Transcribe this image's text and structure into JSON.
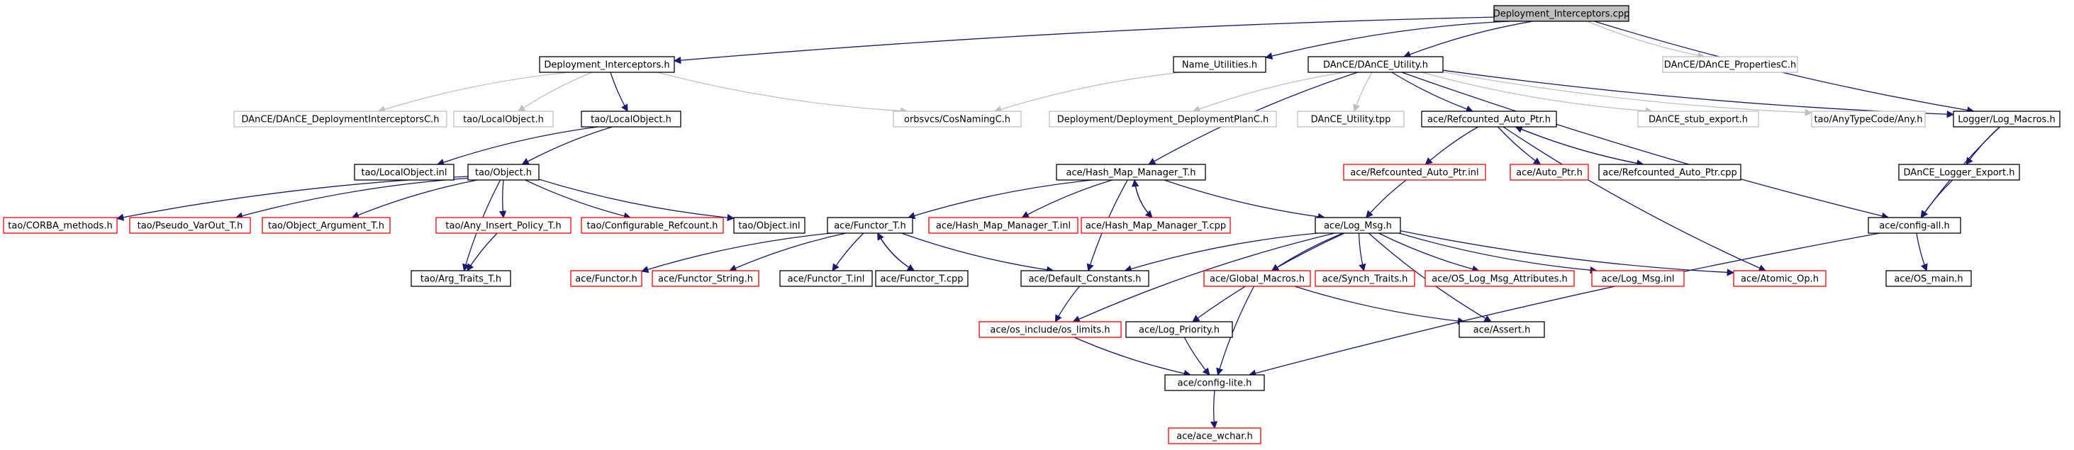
{
  "colors": {
    "background": "#ffffff",
    "edge": "#191970",
    "edge_light": "#c0c0c0",
    "node_border_default": "#000000",
    "node_border_missing": "#ff0000",
    "node_border_light": "#c0c0c0",
    "root_fill": "#bfbfbf",
    "text": "#000000"
  },
  "nodes": [
    {
      "id": "n_root",
      "label": "Deployment_Interceptors.cpp",
      "style": "root"
    },
    {
      "id": "n_di_h",
      "label": "Deployment_Interceptors.h",
      "style": "normal"
    },
    {
      "id": "n_name_util",
      "label": "Name_Utilities.h",
      "style": "normal"
    },
    {
      "id": "n_dance_util",
      "label": "DAnCE/DAnCE_Utility.h",
      "style": "normal"
    },
    {
      "id": "n_dance_props",
      "label": "DAnCE/DAnCE_PropertiesC.h",
      "style": "light"
    },
    {
      "id": "n_dance_dic",
      "label": "DAnCE/DAnCE_DeploymentInterceptorsC.h",
      "style": "light"
    },
    {
      "id": "n_tao_lo_h_light",
      "label": "tao/LocalObject.h",
      "style": "light"
    },
    {
      "id": "n_tao_lo_h",
      "label": "tao/LocalObject.h",
      "style": "normal"
    },
    {
      "id": "n_cosnaming",
      "label": "orbsvcs/CosNamingC.h",
      "style": "light"
    },
    {
      "id": "n_dep_plan",
      "label": "Deployment/Deployment_DeploymentPlanC.h",
      "style": "light"
    },
    {
      "id": "n_dance_tpp",
      "label": "DAnCE_Utility.tpp",
      "style": "light"
    },
    {
      "id": "n_refauto_h",
      "label": "ace/Refcounted_Auto_Ptr.h",
      "style": "normal"
    },
    {
      "id": "n_stub_export",
      "label": "DAnCE_stub_export.h",
      "style": "light"
    },
    {
      "id": "n_anytype",
      "label": "tao/AnyTypeCode/Any.h",
      "style": "light"
    },
    {
      "id": "n_logmacros",
      "label": "Logger/Log_Macros.h",
      "style": "normal"
    },
    {
      "id": "n_lo_inl",
      "label": "tao/LocalObject.inl",
      "style": "normal"
    },
    {
      "id": "n_object_h",
      "label": "tao/Object.h",
      "style": "normal"
    },
    {
      "id": "n_hmm_h",
      "label": "ace/Hash_Map_Manager_T.h",
      "style": "normal"
    },
    {
      "id": "n_refauto_inl",
      "label": "ace/Refcounted_Auto_Ptr.inl",
      "style": "missing"
    },
    {
      "id": "n_auto_ptr",
      "label": "ace/Auto_Ptr.h",
      "style": "missing"
    },
    {
      "id": "n_refauto_cpp",
      "label": "ace/Refcounted_Auto_Ptr.cpp",
      "style": "normal"
    },
    {
      "id": "n_logger_export",
      "label": "DAnCE_Logger_Export.h",
      "style": "normal"
    },
    {
      "id": "n_corba_methods",
      "label": "tao/CORBA_methods.h",
      "style": "missing"
    },
    {
      "id": "n_pseudo",
      "label": "tao/Pseudo_VarOut_T.h",
      "style": "missing"
    },
    {
      "id": "n_obj_arg",
      "label": "tao/Object_Argument_T.h",
      "style": "missing"
    },
    {
      "id": "n_any_insert",
      "label": "tao/Any_Insert_Policy_T.h",
      "style": "missing"
    },
    {
      "id": "n_configrc",
      "label": "tao/Configurable_Refcount.h",
      "style": "missing"
    },
    {
      "id": "n_object_inl",
      "label": "tao/Object.inl",
      "style": "normal"
    },
    {
      "id": "n_functor_h",
      "label": "ace/Functor_T.h",
      "style": "normal"
    },
    {
      "id": "n_hmm_inl",
      "label": "ace/Hash_Map_Manager_T.inl",
      "style": "missing"
    },
    {
      "id": "n_hmm_cpp",
      "label": "ace/Hash_Map_Manager_T.cpp",
      "style": "missing"
    },
    {
      "id": "n_logmsg",
      "label": "ace/Log_Msg.h",
      "style": "normal"
    },
    {
      "id": "n_configall",
      "label": "ace/config-all.h",
      "style": "normal"
    },
    {
      "id": "n_arg_traits",
      "label": "tao/Arg_Traits_T.h",
      "style": "normal"
    },
    {
      "id": "n_functor",
      "label": "ace/Functor.h",
      "style": "missing"
    },
    {
      "id": "n_functor_string",
      "label": "ace/Functor_String.h",
      "style": "missing"
    },
    {
      "id": "n_functor_inl",
      "label": "ace/Functor_T.inl",
      "style": "normal"
    },
    {
      "id": "n_functor_cpp",
      "label": "ace/Functor_T.cpp",
      "style": "normal"
    },
    {
      "id": "n_default_const",
      "label": "ace/Default_Constants.h",
      "style": "normal"
    },
    {
      "id": "n_global_macros",
      "label": "ace/Global_Macros.h",
      "style": "missing"
    },
    {
      "id": "n_synch_traits",
      "label": "ace/Synch_Traits.h",
      "style": "missing"
    },
    {
      "id": "n_os_log_attr",
      "label": "ace/OS_Log_Msg_Attributes.h",
      "style": "missing"
    },
    {
      "id": "n_logmsg_inl",
      "label": "ace/Log_Msg.inl",
      "style": "missing"
    },
    {
      "id": "n_atomic_op",
      "label": "ace/Atomic_Op.h",
      "style": "missing"
    },
    {
      "id": "n_os_main",
      "label": "ace/OS_main.h",
      "style": "normal"
    },
    {
      "id": "n_os_limits",
      "label": "ace/os_include/os_limits.h",
      "style": "missing"
    },
    {
      "id": "n_log_priority",
      "label": "ace/Log_Priority.h",
      "style": "normal"
    },
    {
      "id": "n_assert",
      "label": "ace/Assert.h",
      "style": "normal"
    },
    {
      "id": "n_config_lite",
      "label": "ace/config-lite.h",
      "style": "normal"
    },
    {
      "id": "n_ace_wchar",
      "label": "ace/ace_wchar.h",
      "style": "missing"
    }
  ],
  "edges": [
    {
      "from": "n_root",
      "to": "n_di_h"
    },
    {
      "from": "n_root",
      "to": "n_name_util"
    },
    {
      "from": "n_root",
      "to": "n_dance_util"
    },
    {
      "from": "n_root",
      "to": "n_dance_props",
      "light": true
    },
    {
      "from": "n_root",
      "to": "n_logmacros"
    },
    {
      "from": "n_di_h",
      "to": "n_dance_dic",
      "light": true
    },
    {
      "from": "n_di_h",
      "to": "n_tao_lo_h_light",
      "light": true
    },
    {
      "from": "n_di_h",
      "to": "n_tao_lo_h"
    },
    {
      "from": "n_di_h",
      "to": "n_cosnaming",
      "light": true
    },
    {
      "from": "n_name_util",
      "to": "n_cosnaming",
      "light": true
    },
    {
      "from": "n_dance_util",
      "to": "n_dep_plan",
      "light": true
    },
    {
      "from": "n_dance_util",
      "to": "n_dance_tpp",
      "light": true
    },
    {
      "from": "n_dance_util",
      "to": "n_refauto_h"
    },
    {
      "from": "n_dance_util",
      "to": "n_stub_export",
      "light": true
    },
    {
      "from": "n_dance_util",
      "to": "n_anytype",
      "light": true
    },
    {
      "from": "n_dance_util",
      "to": "n_logmacros"
    },
    {
      "from": "n_dance_util",
      "to": "n_hmm_h"
    },
    {
      "from": "n_dance_util",
      "to": "n_configall"
    },
    {
      "from": "n_tao_lo_h",
      "to": "n_lo_inl"
    },
    {
      "from": "n_tao_lo_h",
      "to": "n_object_h"
    },
    {
      "from": "n_object_h",
      "to": "n_corba_methods"
    },
    {
      "from": "n_object_h",
      "to": "n_pseudo"
    },
    {
      "from": "n_object_h",
      "to": "n_obj_arg"
    },
    {
      "from": "n_object_h",
      "to": "n_any_insert"
    },
    {
      "from": "n_object_h",
      "to": "n_configrc"
    },
    {
      "from": "n_object_h",
      "to": "n_object_inl"
    },
    {
      "from": "n_object_h",
      "to": "n_arg_traits"
    },
    {
      "from": "n_any_insert",
      "to": "n_arg_traits"
    },
    {
      "from": "n_refauto_h",
      "to": "n_refauto_inl"
    },
    {
      "from": "n_refauto_h",
      "to": "n_auto_ptr"
    },
    {
      "from": "n_refauto_h",
      "to": "n_refauto_cpp"
    },
    {
      "from": "n_refauto_cpp",
      "to": "n_refauto_h"
    },
    {
      "from": "n_refauto_h",
      "to": "n_atomic_op"
    },
    {
      "from": "n_refauto_inl",
      "to": "n_logmsg"
    },
    {
      "from": "n_logmacros",
      "to": "n_logger_export"
    },
    {
      "from": "n_logmacros",
      "to": "n_configall"
    },
    {
      "from": "n_logger_export",
      "to": "n_configall"
    },
    {
      "from": "n_hmm_h",
      "to": "n_functor_h"
    },
    {
      "from": "n_hmm_h",
      "to": "n_hmm_inl"
    },
    {
      "from": "n_hmm_h",
      "to": "n_hmm_cpp"
    },
    {
      "from": "n_hmm_cpp",
      "to": "n_hmm_h"
    },
    {
      "from": "n_hmm_h",
      "to": "n_logmsg"
    },
    {
      "from": "n_hmm_h",
      "to": "n_default_const"
    },
    {
      "from": "n_functor_h",
      "to": "n_functor"
    },
    {
      "from": "n_functor_h",
      "to": "n_functor_string"
    },
    {
      "from": "n_functor_h",
      "to": "n_functor_inl"
    },
    {
      "from": "n_functor_h",
      "to": "n_functor_cpp"
    },
    {
      "from": "n_functor_cpp",
      "to": "n_functor_h"
    },
    {
      "from": "n_functor_h",
      "to": "n_default_const"
    },
    {
      "from": "n_logmsg",
      "to": "n_default_const"
    },
    {
      "from": "n_logmsg",
      "to": "n_global_macros"
    },
    {
      "from": "n_logmsg",
      "to": "n_synch_traits"
    },
    {
      "from": "n_logmsg",
      "to": "n_os_log_attr"
    },
    {
      "from": "n_logmsg",
      "to": "n_logmsg_inl"
    },
    {
      "from": "n_logmsg",
      "to": "n_atomic_op"
    },
    {
      "from": "n_logmsg",
      "to": "n_os_limits"
    },
    {
      "from": "n_logmsg",
      "to": "n_log_priority"
    },
    {
      "from": "n_logmsg",
      "to": "n_assert"
    },
    {
      "from": "n_default_const",
      "to": "n_os_limits"
    },
    {
      "from": "n_global_macros",
      "to": "n_config_lite"
    },
    {
      "from": "n_global_macros",
      "to": "n_assert"
    },
    {
      "from": "n_os_limits",
      "to": "n_config_lite"
    },
    {
      "from": "n_log_priority",
      "to": "n_config_lite"
    },
    {
      "from": "n_configall",
      "to": "n_os_main"
    },
    {
      "from": "n_configall",
      "to": "n_config_lite"
    },
    {
      "from": "n_config_lite",
      "to": "n_ace_wchar"
    }
  ]
}
